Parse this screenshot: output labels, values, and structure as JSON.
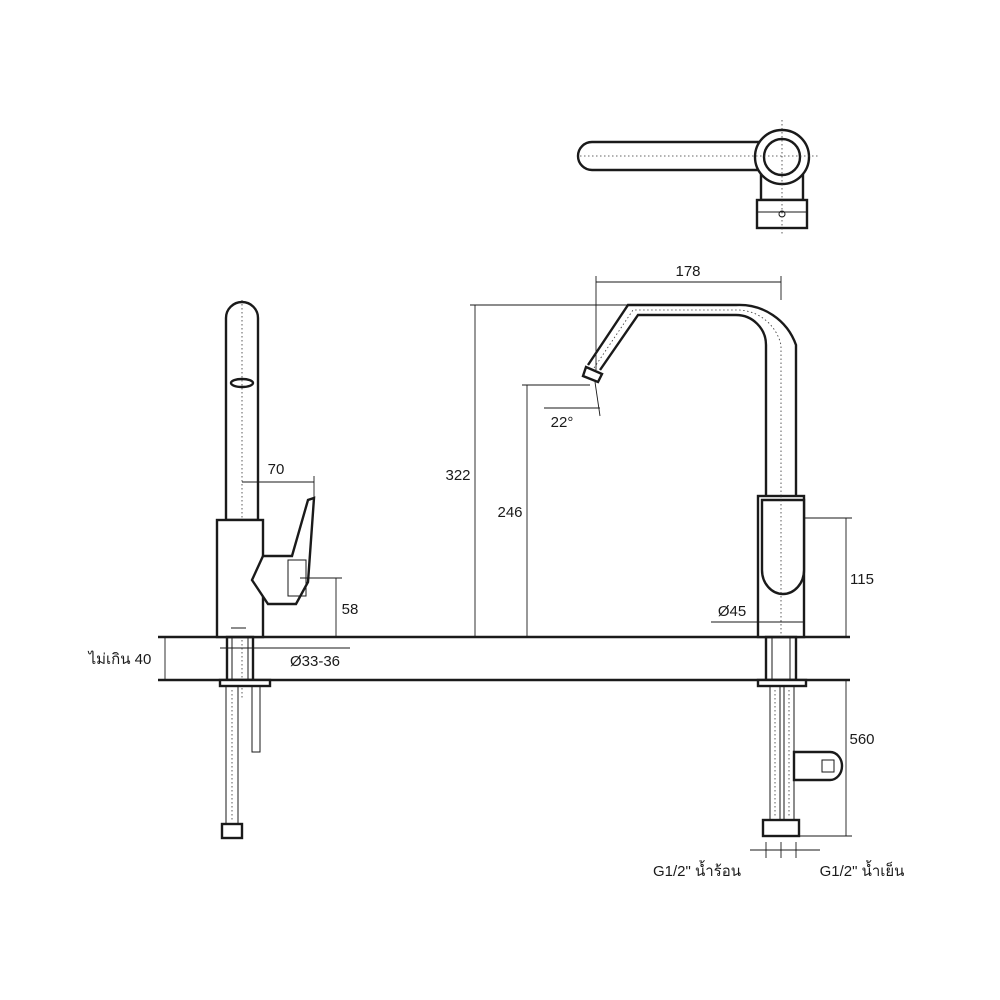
{
  "dimensions": {
    "spout_reach": "178",
    "angle": "22°",
    "total_height": "322",
    "spout_height": "246",
    "body_height": "115",
    "body_diameter": "Ø45",
    "side_width": "70",
    "side_height": "58",
    "deck_thickness": "ไม่เกิน 40",
    "hole_diameter": "Ø33-36",
    "hose_length": "560"
  },
  "connections": {
    "hot": "G1/2\" น้ำร้อน",
    "cold": "G1/2\" น้ำเย็น"
  }
}
